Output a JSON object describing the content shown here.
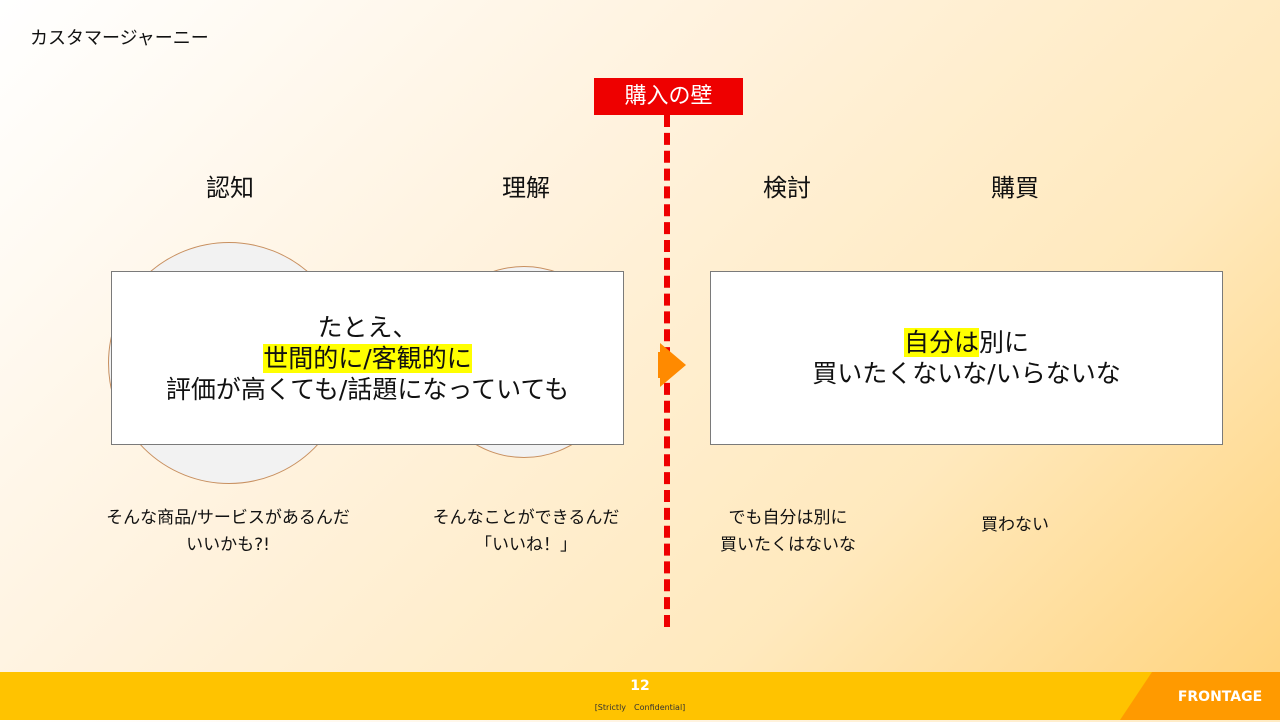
{
  "slide": {
    "title": "カスタマージャーニー"
  },
  "wall": {
    "label": "購入の壁"
  },
  "stages": [
    "認知",
    "理解",
    "検討",
    "購買"
  ],
  "left_box": {
    "line1": "たとえ、",
    "line2_highlight": "世間的に/客観的に",
    "line3": "評価が高くても/話題になっていても"
  },
  "right_box": {
    "line1_highlight": "自分は",
    "line1_rest": "別に",
    "line2": "買いたくないな/いらないな"
  },
  "captions": {
    "awareness": [
      "そんな商品/サービスがあるんだ",
      "いいかも?!"
    ],
    "understanding": [
      "そんなことができるんだ",
      "「いいね！」"
    ],
    "consideration": [
      "でも自分は別に",
      "買いたくはないな"
    ],
    "purchase": [
      "買わない"
    ]
  },
  "footer": {
    "page_number": "12",
    "confidential": "[Strictly　Confidential]",
    "brand": "FRONTAGE"
  },
  "colors": {
    "wall": "#ee0000",
    "highlight": "#ffff00",
    "arrow": "#ff8a00",
    "footer": "#ffc300"
  },
  "icons": {
    "arrow": "right-arrow-icon"
  }
}
